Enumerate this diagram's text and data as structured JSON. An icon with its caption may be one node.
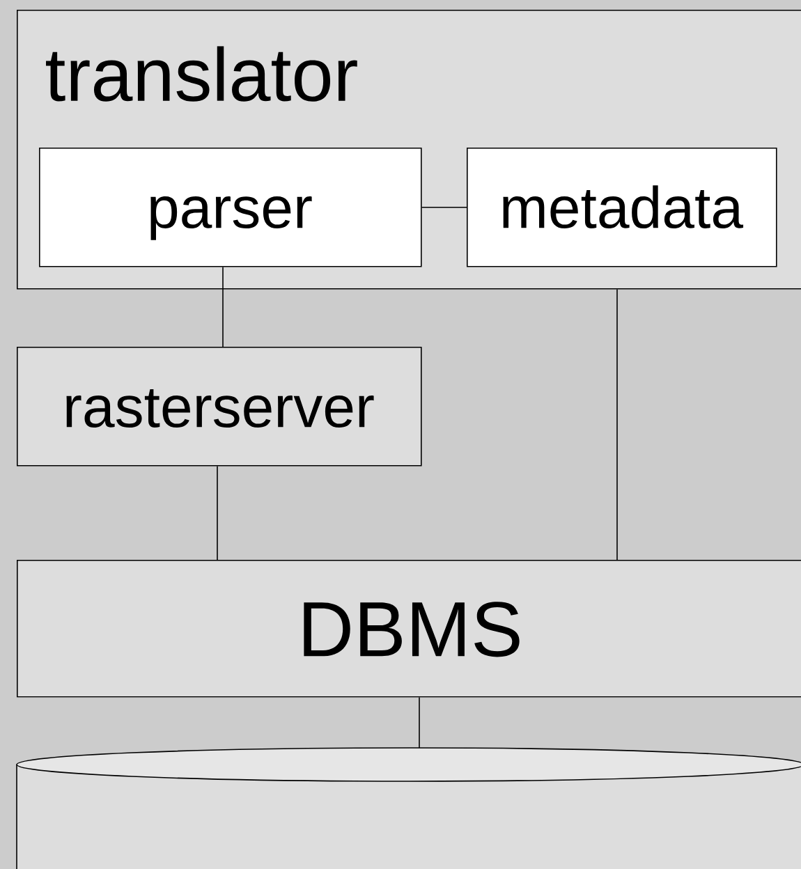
{
  "diagram": {
    "nodes": [
      {
        "text": [
          "translator"
        ]
      },
      {
        "text": [
          "parser"
        ],
        "in": 0
      },
      {
        "text": [
          "metadata"
        ],
        "in": 0
      },
      {
        "text": [
          "rasterserver"
        ]
      },
      {
        "text": [
          "DBMS"
        ]
      },
      {
        "text": [],
        "shape": "cylinder"
      }
    ],
    "edges": [
      {
        "from": 1,
        "to": 2,
        "arrow": "none"
      },
      {
        "from": 1,
        "to": 3,
        "arrow": "none"
      },
      {
        "from": 3,
        "to": 4,
        "arrow": "none"
      },
      {
        "from": 0,
        "to": 4,
        "arrow": "none"
      },
      {
        "from": 4,
        "to": 5,
        "arrow": "none"
      }
    ]
  }
}
